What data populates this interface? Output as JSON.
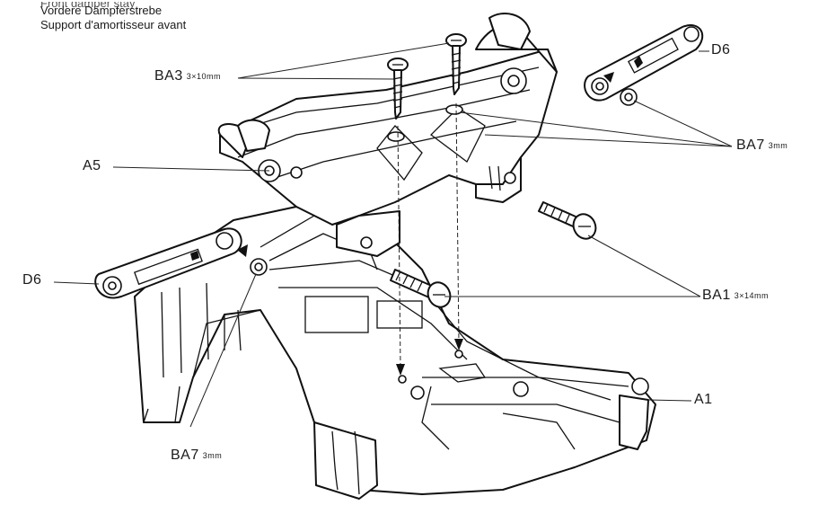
{
  "header": {
    "line_0": "Front damper stay",
    "line_1": "Vordere Dämpferstrebe",
    "line_2": "Support d'amortisseur avant"
  },
  "labels": {
    "ba3": {
      "code": "BA3",
      "size": "3×10mm"
    },
    "d6_top": {
      "code": "D6"
    },
    "ba7_right": {
      "code": "BA7",
      "size": "3mm"
    },
    "a5": {
      "code": "A5"
    },
    "d6_left": {
      "code": "D6"
    },
    "ba1": {
      "code": "BA1",
      "size": "3×14mm"
    },
    "a1": {
      "code": "A1"
    },
    "ba7_bottom": {
      "code": "BA7",
      "size": "3mm"
    }
  },
  "colors": {
    "ink": "#111111",
    "paper": "#ffffff"
  }
}
